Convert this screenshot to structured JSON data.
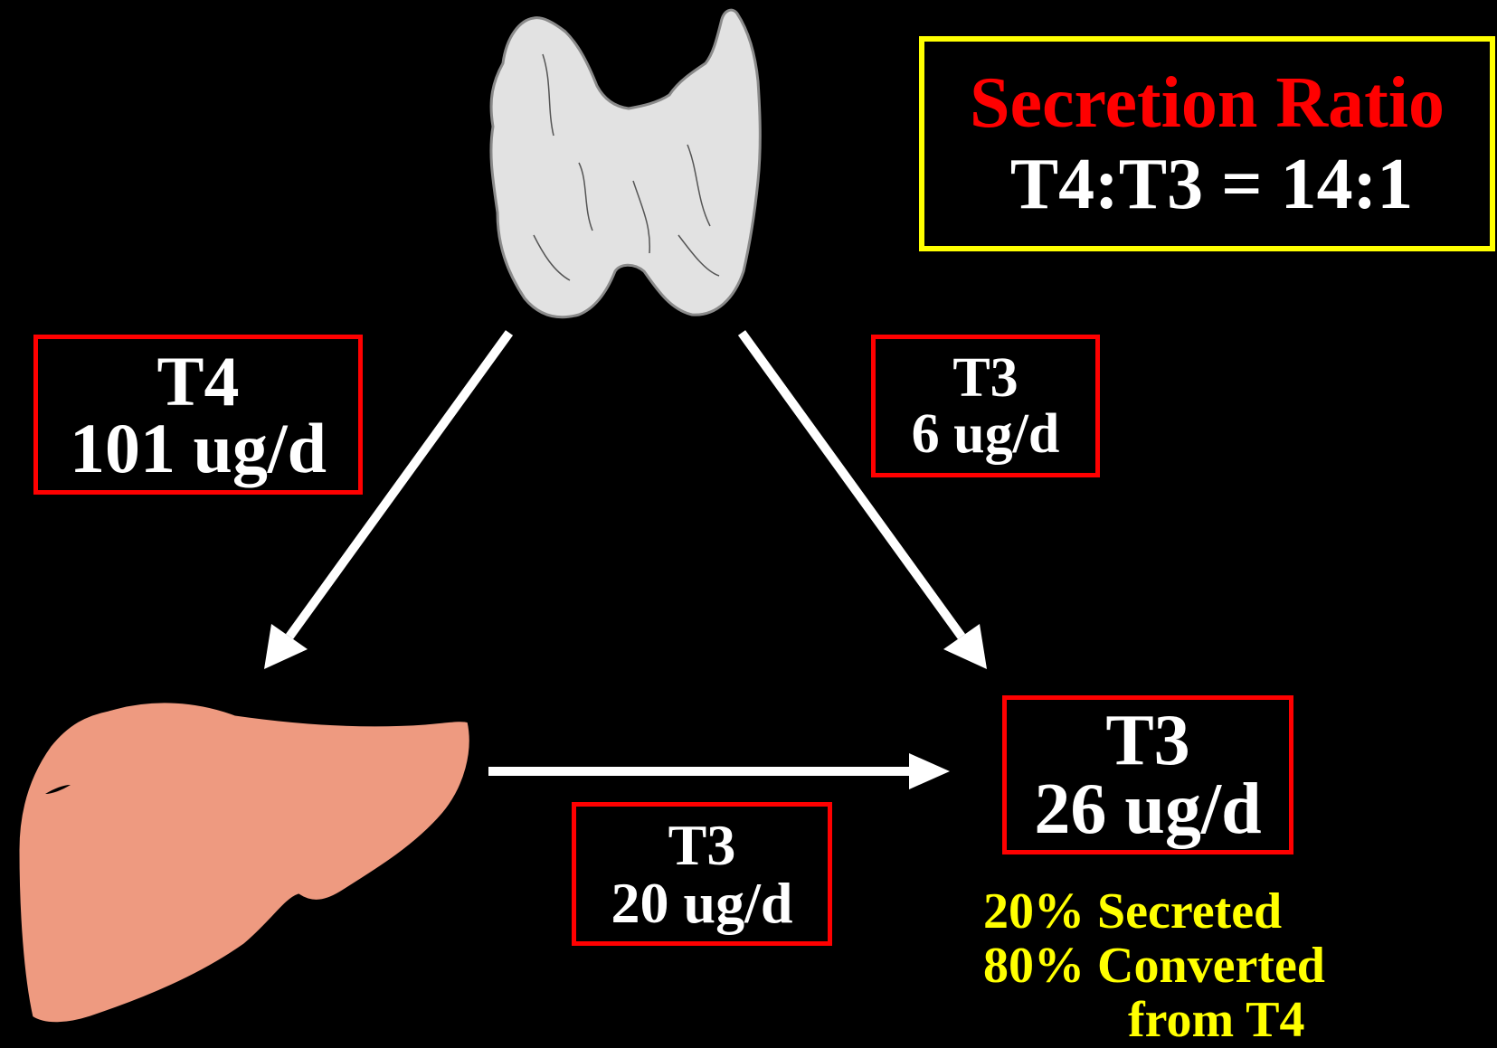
{
  "colors": {
    "background": "#000000",
    "box_border": "#ff0000",
    "ratio_border": "#ffff00",
    "ratio_title": "#ff0000",
    "label_text": "#ffffff",
    "note_text": "#ffff00",
    "arrow": "#ffffff",
    "thyroid_fill": "#e2e2e2",
    "liver_fill": "#ee9a80"
  },
  "icons": {
    "thyroid": "thyroid-gland-icon",
    "liver": "liver-icon"
  },
  "ratio": {
    "title": "Secretion Ratio",
    "value": "T4:T3 = 14:1"
  },
  "t4_secretion": {
    "hormone": "T4",
    "rate": "101 ug/d"
  },
  "t3_secretion": {
    "hormone": "T3",
    "rate": "6 ug/d"
  },
  "t3_conversion": {
    "hormone": "T3",
    "rate": "20 ug/d"
  },
  "t3_total": {
    "hormone": "T3",
    "rate": "26 ug/d"
  },
  "notes": {
    "secreted": "20% Secreted",
    "converted": "80% Converted",
    "from": "from T4"
  }
}
